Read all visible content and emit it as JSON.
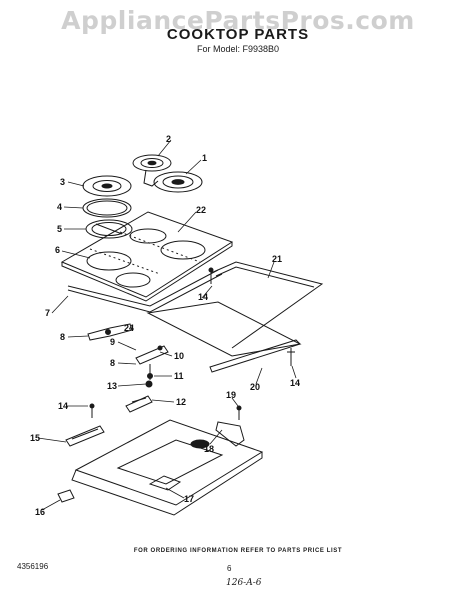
{
  "watermark": "AppliancePartsPros.com",
  "header": {
    "title": "COOKTOP PARTS",
    "subtitle": "For Model: F9938B0"
  },
  "callouts": [
    "1",
    "2",
    "3",
    "4",
    "5",
    "6",
    "7",
    "8",
    "9",
    "8",
    "10",
    "11",
    "12",
    "13",
    "14",
    "14",
    "15",
    "16",
    "17",
    "18",
    "19",
    "20",
    "21",
    "22",
    "24"
  ],
  "footer": {
    "note": "FOR ORDERING INFORMATION REFER TO PARTS PRICE LIST",
    "doc_number": "4356196",
    "page": "6",
    "handwritten": "126-A-6"
  },
  "colors": {
    "ink": "#1a1a1a",
    "watermark": "#cfcfcf"
  }
}
